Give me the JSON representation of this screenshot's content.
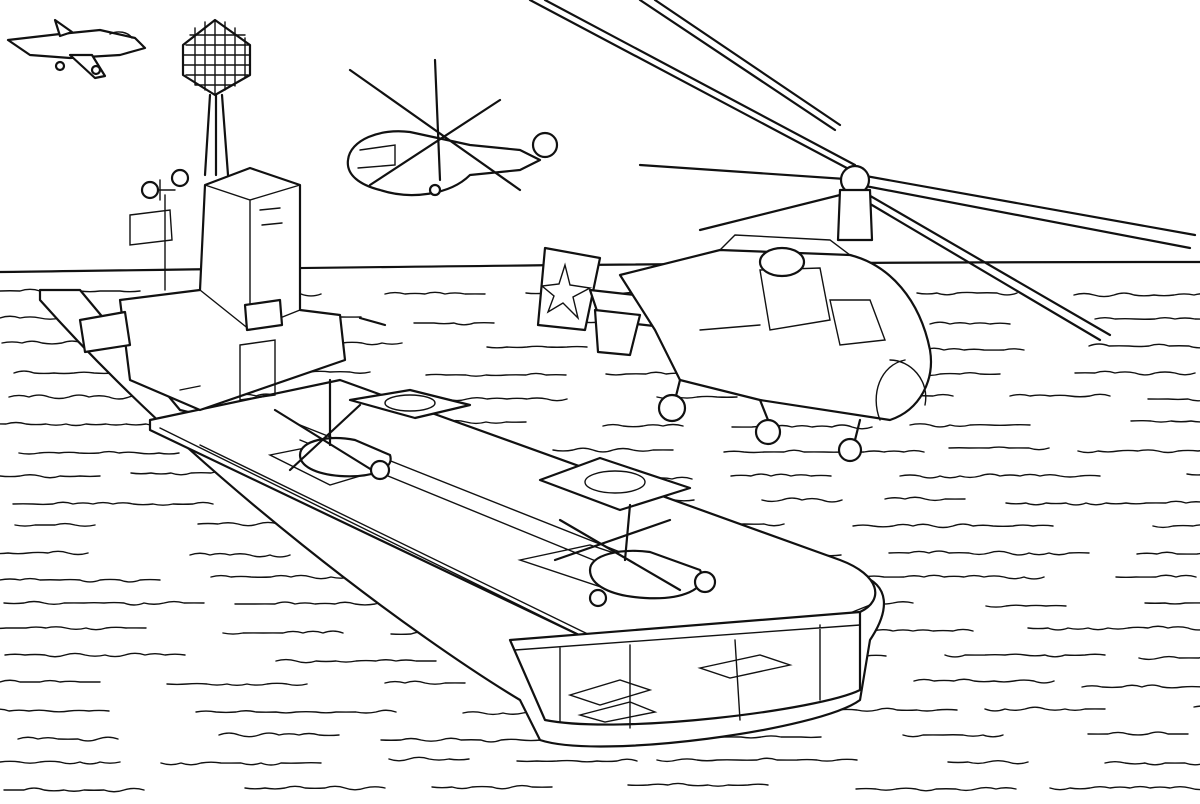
{
  "illustration": {
    "style": "black-and-white coloring page line art",
    "colors": {
      "background": "#ffffff",
      "line": "#111111"
    },
    "subjects": [
      "aircraft-carrier",
      "large-helicopter",
      "small-helicopter",
      "fighter-jet",
      "sea-waves"
    ]
  }
}
